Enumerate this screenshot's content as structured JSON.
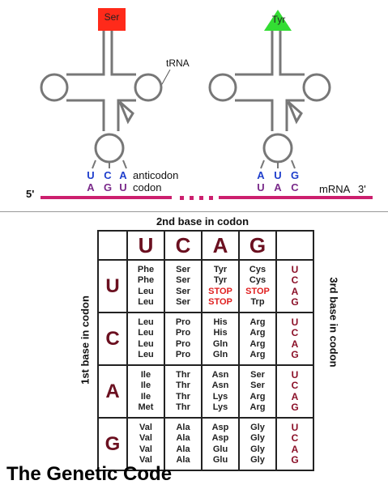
{
  "diagram": {
    "amino_acid_left": "Ser",
    "amino_acid_right": "Tyr",
    "trna_label": "tRNA",
    "anticodon_left": [
      "U",
      "C",
      "A"
    ],
    "codon_left": [
      "A",
      "G",
      "U"
    ],
    "anticodon_right": [
      "A",
      "U",
      "G"
    ],
    "codon_right": [
      "U",
      "A",
      "C"
    ],
    "anticodon_label": "anticodon",
    "codon_label": "codon",
    "five_prime": "5'",
    "mrna_label": "mRNA",
    "three_prime": "3'",
    "colors": {
      "ser": "#ff2a1a",
      "tyr": "#33dd33",
      "trna": "#777777",
      "mrna": "#cc1f6e",
      "anticodon": "#1f3fcc",
      "codon": "#7a2a8a"
    }
  },
  "table": {
    "column_title": "2nd base in codon",
    "row_title": "1st base in codon",
    "third_title": "3rd base in codon",
    "second_bases": [
      "U",
      "C",
      "A",
      "G"
    ],
    "rows": [
      {
        "first": "U",
        "cells": [
          [
            "Phe",
            "Phe",
            "Leu",
            "Leu"
          ],
          [
            "Ser",
            "Ser",
            "Ser",
            "Ser"
          ],
          [
            "Tyr",
            "Tyr",
            "STOP",
            "STOP"
          ],
          [
            "Cys",
            "Cys",
            "STOP",
            "Trp"
          ]
        ],
        "third": [
          "U",
          "C",
          "A",
          "G"
        ]
      },
      {
        "first": "C",
        "cells": [
          [
            "Leu",
            "Leu",
            "Leu",
            "Leu"
          ],
          [
            "Pro",
            "Pro",
            "Pro",
            "Pro"
          ],
          [
            "His",
            "His",
            "Gln",
            "Gln"
          ],
          [
            "Arg",
            "Arg",
            "Arg",
            "Arg"
          ]
        ],
        "third": [
          "U",
          "C",
          "A",
          "G"
        ]
      },
      {
        "first": "A",
        "cells": [
          [
            "Ile",
            "Ile",
            "Ile",
            "Met"
          ],
          [
            "Thr",
            "Thr",
            "Thr",
            "Thr"
          ],
          [
            "Asn",
            "Asn",
            "Lys",
            "Lys"
          ],
          [
            "Ser",
            "Ser",
            "Arg",
            "Arg"
          ]
        ],
        "third": [
          "U",
          "C",
          "A",
          "G"
        ]
      },
      {
        "first": "G",
        "cells": [
          [
            "Val",
            "Val",
            "Val",
            "Val"
          ],
          [
            "Ala",
            "Ala",
            "Ala",
            "Ala"
          ],
          [
            "Asp",
            "Asp",
            "Glu",
            "Glu"
          ],
          [
            "Gly",
            "Gly",
            "Gly",
            "Gly"
          ]
        ],
        "third": [
          "U",
          "C",
          "A",
          "G"
        ]
      }
    ]
  },
  "title": "The Genetic Code"
}
